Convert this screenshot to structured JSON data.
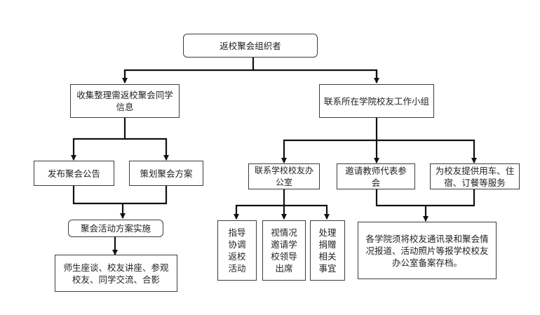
{
  "nodes": {
    "organizer": "返校聚会组织者",
    "collect_info": "收集整理需返校聚会同学信息",
    "contact_group": "联系所在学院校友工作小组",
    "publish_notice": "发布聚会公告",
    "plan_scheme": "策划聚会方案",
    "implement": "聚会活动方案实施",
    "activities": "师生座谈、校友讲座、参观校友、同学交流、合影",
    "contact_office": "联系学校校友办公室",
    "invite_teacher": "邀请教师代表参会",
    "provide_service": "为校友提供用车、住宿、订餐等服务",
    "guide_activity": "指导协调返校活动",
    "invite_leader": "视情况邀请学校领导出席",
    "handle_donation": "处理捐赠相关事宜",
    "archive": "各学院须将校友通讯录和聚会情况报道、活动照片等报学校校友办公室备案存档。"
  }
}
